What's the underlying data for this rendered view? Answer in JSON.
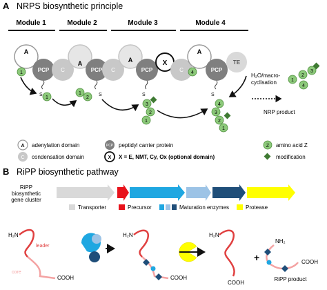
{
  "panel_a": {
    "letter": "A",
    "title": "NRPS biosynthetic principle",
    "modules": [
      "Module 1",
      "Module 2",
      "Module 3",
      "Module 4"
    ],
    "domains": {
      "a": "A",
      "c": "C",
      "pcp": "PCP",
      "x": "X",
      "te": "TE",
      "s": "S"
    },
    "amino_numbers": [
      "1",
      "2",
      "3",
      "4"
    ],
    "release_label_line1": "H₂O/macro-",
    "release_label_line2": "cyclisation",
    "nrp_product_label": "NRP product",
    "legend": {
      "adenylation": "adenylation domain",
      "condensation": "condensation domain",
      "pcp": "peptidyl carrier protein",
      "x": "X = E, NMT, Cy, Ox (optional domain)",
      "amino": "amino acid Z",
      "amino_symbol": "Z",
      "modification": "modification"
    },
    "colors": {
      "grey_dark": "#7f7f7f",
      "grey_light": "#c8c8c8",
      "amino": "#8cc97a",
      "amino_border": "#4f8f3f",
      "modification": "#3f7a33"
    }
  },
  "panel_b": {
    "letter": "B",
    "title": "RiPP biosynthetic pathway",
    "gene_cluster_label": [
      "RiPP",
      "biosynthetic",
      "gene cluster"
    ],
    "legend": {
      "transporter": "Transporter",
      "precursor": "Precursor",
      "maturation": "Maturation enzymes",
      "protease": "Protease"
    },
    "peptide_labels": {
      "n_term": "H₂N",
      "c_term": "COOH",
      "leader": "leader",
      "core": "core",
      "n_term_product": "NH₂"
    },
    "plus": "+",
    "ripp_product_label": "RiPP product",
    "colors": {
      "transporter": "#d9d9d9",
      "precursor": "#e8121b",
      "maturation1": "#1fa7e1",
      "maturation2": "#9cc3e6",
      "maturation3": "#1f4e79",
      "protease": "#ffff00",
      "leader": "#e04040",
      "core": "#f4a3a3"
    }
  }
}
